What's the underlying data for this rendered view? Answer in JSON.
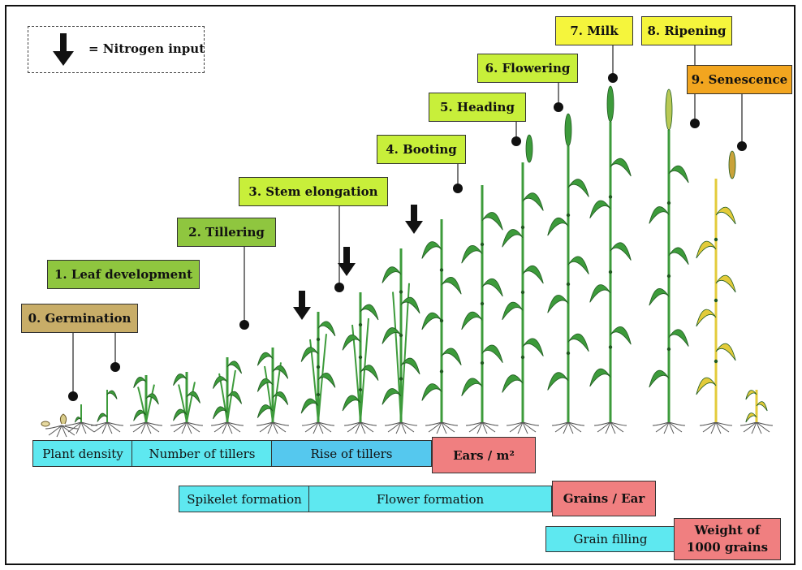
{
  "legend": {
    "label": "= Nitrogen input",
    "arrow_icon": "down-arrow-icon"
  },
  "stages": [
    {
      "label": "0. Germination",
      "color": "#c8ad68"
    },
    {
      "label": "1. Leaf development",
      "color": "#8fc63f"
    },
    {
      "label": "2. Tillering",
      "color": "#8fc63f"
    },
    {
      "label": "3. Stem elongation",
      "color": "#c8ef3a"
    },
    {
      "label": "4. Booting",
      "color": "#c8ef3a"
    },
    {
      "label": "5. Heading",
      "color": "#c8ef3a"
    },
    {
      "label": "6. Flowering",
      "color": "#c8ef3a"
    },
    {
      "label": "7. Milk",
      "color": "#f5f53c"
    },
    {
      "label": "8. Ripening",
      "color": "#f5f53c"
    },
    {
      "label": "9. Senescence",
      "color": "#f2a51f"
    }
  ],
  "components": {
    "row1": {
      "plant_density": "Plant density",
      "number_of_tillers": "Number of tillers",
      "rise_of_tillers": "Rise of tillers",
      "ears": "Ears / m²"
    },
    "row2": {
      "spikelet_formation": "Spikelet formation",
      "flower_formation": "Flower formation",
      "grains": "Grains / Ear"
    },
    "row3": {
      "grain_filling": "Grain filling",
      "weight_line1": "Weight of",
      "weight_line2": "1000 grains"
    }
  },
  "colors": {
    "plant_green": "#3d9b3b",
    "plant_yellow": "#e3cb3a",
    "cyan": "#5ee8f0",
    "blue": "#55c8ee",
    "pink": "#f07f80"
  }
}
